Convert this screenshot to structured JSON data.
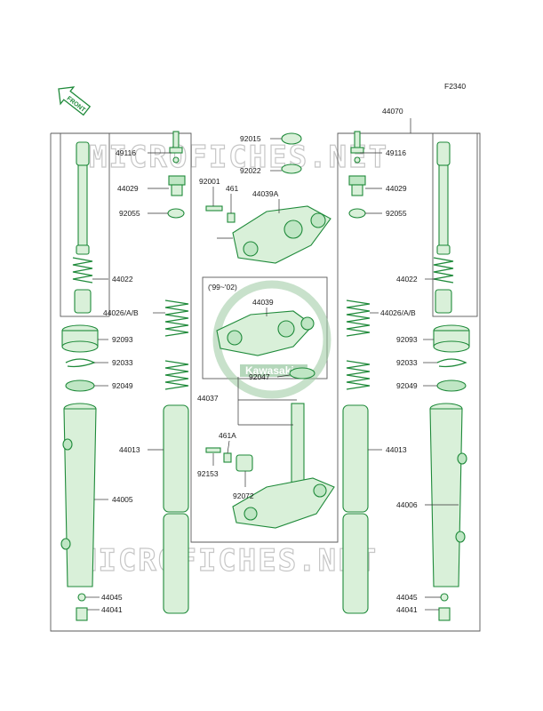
{
  "figure_code": "F2340",
  "front_arrow": {
    "label": "FRONT",
    "icon": "front-arrow-icon"
  },
  "watermark": {
    "text": "MICROFICHES.NET"
  },
  "logo": {
    "text": "Kawasaki"
  },
  "colors": {
    "parts_green": "#1f8a3a",
    "parts_fill": "#d9f0d9",
    "line": "#333333"
  },
  "callouts": {
    "c44070": "44070",
    "c92015": "92015",
    "c92022": "92022",
    "c92001": "92001",
    "c461": "461",
    "c44039A": "44039A",
    "c49116_l": "49116",
    "c49116_r": "49116",
    "c44029_l": "44029",
    "c44029_r": "44029",
    "c92055_l": "92055",
    "c92055_r": "92055",
    "c44022_l": "44022",
    "c44022_r": "44022",
    "c44026_l": "44026/A/B",
    "c44026_r": "44026/A/B",
    "c92093_l": "92093",
    "c92093_r": "92093",
    "c92033_l": "92033",
    "c92033_r": "92033",
    "c92049_l": "92049",
    "c92049_r": "92049",
    "c44013_l": "44013",
    "c44013_r": "44013",
    "c44005": "44005",
    "c44006": "44006",
    "c44045_l": "44045",
    "c44045_r": "44045",
    "c44041_l": "44041",
    "c44041_r": "44041",
    "c9999": "('99~'02)",
    "c44039": "44039",
    "c92047": "92047",
    "c44037": "44037",
    "c461A": "461A",
    "c92153": "92153",
    "c92072": "92072"
  }
}
